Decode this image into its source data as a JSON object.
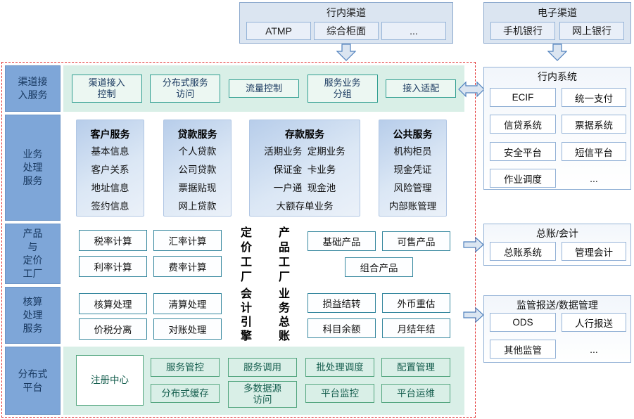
{
  "colors": {
    "rail_blue": "#7ea6d8",
    "mint_bg": "#d9efe7",
    "teal_border": "#2f9e90",
    "green_border": "#52a57e",
    "blue_border": "#95b3d7",
    "panel_blue_bg": "#dbe5f1",
    "group_gradient_blue": "#b7cdea",
    "boundary_red": "#e23333",
    "arrow_fill": "#dbe5f1",
    "arrow_stroke": "#4f81bd"
  },
  "top": {
    "inbank": {
      "title": "行内渠道",
      "items": [
        "ATMP",
        "综合柜面",
        "..."
      ]
    },
    "electronic": {
      "title": "电子渠道",
      "items": [
        "手机银行",
        "网上银行"
      ]
    }
  },
  "rails": [
    "渠道接\n入服务",
    "业务\n处理\n服务",
    "产品\n与\n定价\n工厂",
    "核算\n处理\n服务",
    "分布式\n平台"
  ],
  "row1": {
    "items": [
      "渠道接入\n控制",
      "分布式服务\n访问",
      "流量控制",
      "服务业务\n分组",
      "接入适配"
    ]
  },
  "row2": {
    "groups": [
      {
        "title": "客户服务",
        "items": [
          "基本信息",
          "客户关系",
          "地址信息",
          "签约信息"
        ]
      },
      {
        "title": "贷款服务",
        "items": [
          "个人贷款",
          "公司贷款",
          "票据贴现",
          "网上贷款"
        ]
      },
      {
        "title": "存款服务",
        "items": [
          "活期业务  定期业务",
          "保证金  卡业务",
          "一户通  现金池",
          "大额存单业务"
        ]
      },
      {
        "title": "公共服务",
        "items": [
          "机构柜员",
          "现金凭证",
          "风险管理",
          "内部账管理"
        ]
      }
    ]
  },
  "row3": {
    "calc_items": [
      "税率计算",
      "汇率计算",
      "利率计算",
      "费率计算"
    ],
    "vertical_left": "定价工厂",
    "vertical_right": "产品工厂",
    "product_items": [
      "基础产品",
      "可售产品",
      "组合产品"
    ]
  },
  "row4": {
    "calc_items": [
      "核算处理",
      "清算处理",
      "价税分离",
      "对账处理"
    ],
    "vertical_left": "会计引擎",
    "vertical_right": "业务总账",
    "ledger_items": [
      "损益结转",
      "外币重估",
      "科目余额",
      "月结年结"
    ]
  },
  "row5": {
    "registry": "注册中心",
    "items": [
      "服务管控",
      "服务调用",
      "批处理调度",
      "配置管理",
      "分布式缓存",
      "多数据源\n访问",
      "平台监控",
      "平台运维"
    ]
  },
  "right_panels": {
    "inbank_systems": {
      "title": "行内系统",
      "items": [
        "ECIF",
        "统一支付",
        "信贷系统",
        "票据系统",
        "安全平台",
        "短信平台",
        "作业调度"
      ],
      "more": "..."
    },
    "ledger": {
      "title": "总账/会计",
      "items": [
        "总账系统",
        "管理会计"
      ]
    },
    "regulatory": {
      "title": "监管报送/数据管理",
      "items": [
        "ODS",
        "人行报送",
        "其他监管"
      ],
      "more": "..."
    }
  }
}
